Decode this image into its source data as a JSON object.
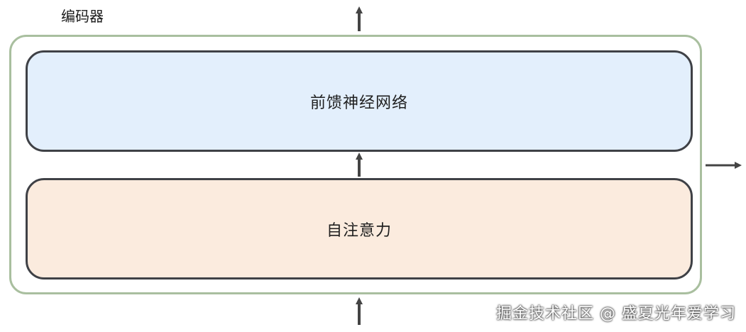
{
  "encoder": {
    "label": "编码器",
    "border_color": "#a9bf9f"
  },
  "layers": {
    "feed_forward": {
      "label": "前馈神经网络",
      "fill_color": "#e3effc"
    },
    "self_attention": {
      "label": "自注意力",
      "fill_color": "#fbebde"
    }
  },
  "watermark": {
    "text": "掘金技术社区 @ 盛夏光年爱学习"
  },
  "icons": {
    "arrow": "arrow-icon"
  }
}
